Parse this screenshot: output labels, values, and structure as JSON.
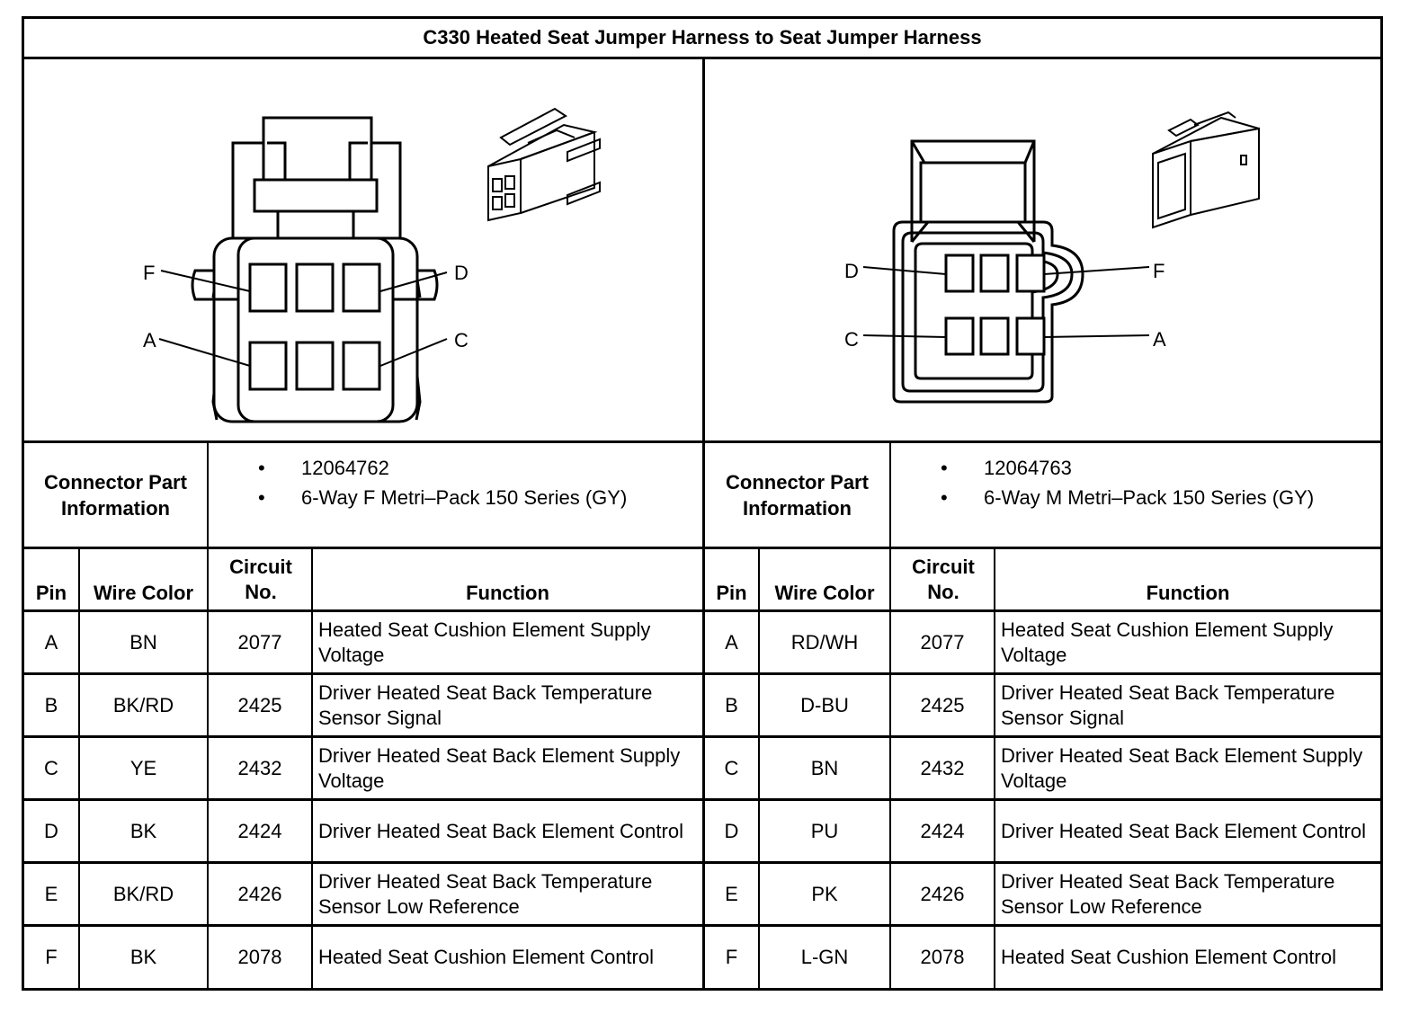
{
  "title": "C330 Heated Seat Jumper Harness to Seat Jumper Harness",
  "left": {
    "pin_labels": {
      "top_left": "F",
      "top_right": "D",
      "bottom_left": "A",
      "bottom_right": "C"
    },
    "connector_info_label": "Connector Part Information",
    "part_info": [
      "12064762",
      "6-Way F Metri–Pack 150 Series (GY)"
    ],
    "columns": {
      "pin": "Pin",
      "wire_color": "Wire Color",
      "circuit": "Circuit No.",
      "function": "Function"
    },
    "rows": [
      {
        "pin": "A",
        "wire_color": "BN",
        "circuit": "2077",
        "function": "Heated Seat Cushion Element Supply Voltage"
      },
      {
        "pin": "B",
        "wire_color": "BK/RD",
        "circuit": "2425",
        "function": "Driver Heated Seat Back Temperature Sensor Signal"
      },
      {
        "pin": "C",
        "wire_color": "YE",
        "circuit": "2432",
        "function": "Driver Heated Seat Back Element Supply Voltage"
      },
      {
        "pin": "D",
        "wire_color": "BK",
        "circuit": "2424",
        "function": "Driver Heated Seat Back Element Control"
      },
      {
        "pin": "E",
        "wire_color": "BK/RD",
        "circuit": "2426",
        "function": "Driver Heated Seat Back Temperature Sensor Low Reference"
      },
      {
        "pin": "F",
        "wire_color": "BK",
        "circuit": "2078",
        "function": "Heated Seat Cushion Element Control"
      }
    ]
  },
  "right": {
    "pin_labels": {
      "top_left": "D",
      "top_right": "F",
      "bottom_left": "C",
      "bottom_right": "A"
    },
    "connector_info_label": "Connector Part Information",
    "part_info": [
      "12064763",
      "6-Way M Metri–Pack 150 Series (GY)"
    ],
    "columns": {
      "pin": "Pin",
      "wire_color": "Wire Color",
      "circuit": "Circuit No.",
      "function": "Function"
    },
    "rows": [
      {
        "pin": "A",
        "wire_color": "RD/WH",
        "circuit": "2077",
        "function": "Heated Seat Cushion Element Supply Voltage"
      },
      {
        "pin": "B",
        "wire_color": "D-BU",
        "circuit": "2425",
        "function": "Driver Heated Seat Back Temperature Sensor Signal"
      },
      {
        "pin": "C",
        "wire_color": "BN",
        "circuit": "2432",
        "function": "Driver Heated Seat Back Element Supply Voltage"
      },
      {
        "pin": "D",
        "wire_color": "PU",
        "circuit": "2424",
        "function": "Driver Heated Seat Back Element Control"
      },
      {
        "pin": "E",
        "wire_color": "PK",
        "circuit": "2426",
        "function": "Driver Heated Seat Back Temperature Sensor Low Reference"
      },
      {
        "pin": "F",
        "wire_color": "L-GN",
        "circuit": "2078",
        "function": "Heated Seat Cushion Element Control"
      }
    ]
  }
}
